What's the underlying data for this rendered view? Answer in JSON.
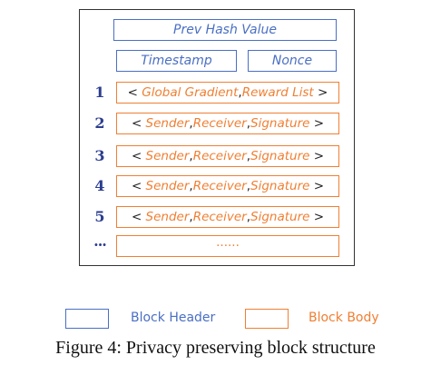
{
  "header": {
    "prev_hash": "Prev Hash Value",
    "timestamp": "Timestamp",
    "nonce": "Nonce"
  },
  "rows": [
    {
      "num": "1",
      "parts": [
        "<",
        "Global Gradient",
        ", ",
        "Reward List",
        ">"
      ]
    },
    {
      "num": "2",
      "parts": [
        "<",
        "Sender",
        ", ",
        "Receiver",
        ", ",
        "Signature",
        ">"
      ]
    },
    {
      "num": "3",
      "parts": [
        "<",
        "Sender",
        ", ",
        "Receiver",
        ", ",
        "Signature",
        ">"
      ]
    },
    {
      "num": "4",
      "parts": [
        "<",
        "Sender",
        ", ",
        "Receiver",
        ", ",
        "Signature",
        ">"
      ]
    },
    {
      "num": "5",
      "parts": [
        "<",
        "Sender",
        ", ",
        "Receiver",
        ", ",
        "Signature",
        ">"
      ]
    },
    {
      "num": "···",
      "parts": [
        "······"
      ]
    }
  ],
  "legend": {
    "header_label": "Block Header",
    "body_label": "Block Body"
  },
  "caption": "Figure 4: Privacy preserving block structure",
  "colors": {
    "header_blue": "#4a6fc4",
    "body_orange": "#f07f33",
    "index_navy": "#2c3e8f"
  }
}
